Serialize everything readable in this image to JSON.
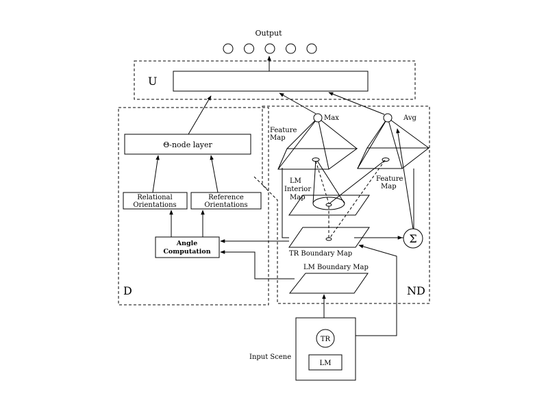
{
  "labels": {
    "output": "Output",
    "u": "U",
    "d": "D",
    "nd": "ND",
    "theta_layer": "Θ-node layer",
    "relational": [
      "Relational",
      "Orientations"
    ],
    "reference": [
      "Reference",
      "Orientations"
    ],
    "angle": [
      "Angle",
      "Computation"
    ],
    "max": "Max",
    "avg": "Avg",
    "feature_map_left": [
      "Feature",
      "Map"
    ],
    "feature_map_right": [
      "Feature",
      "Map"
    ],
    "lm_interior": [
      "LM",
      "Interior",
      "Map"
    ],
    "tr_boundary": "TR Boundary Map",
    "lm_boundary": "LM Boundary Map",
    "input_scene": "Input Scene",
    "tr": "TR",
    "lm": "LM",
    "sigma": "Σ"
  },
  "output_nodes": 5
}
